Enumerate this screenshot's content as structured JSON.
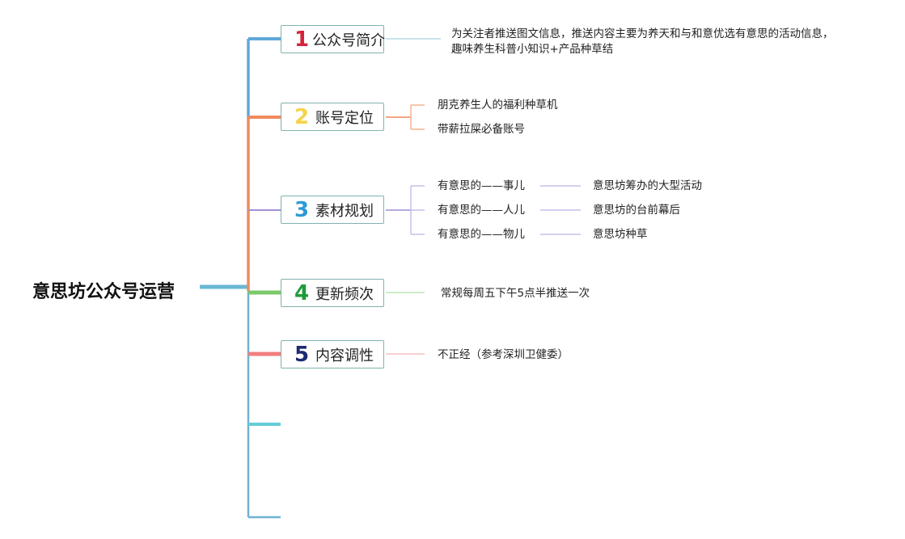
{
  "root": "意思坊公众号运营",
  "branches": [
    {
      "num": "1",
      "num_color": "#d6233c",
      "label": "公众号简介",
      "line_color": "#5fa8d8",
      "note_line1": "为关注者推送图文信息，推送内容主要为养天和与和意优选有意思的活动信息，",
      "note_line2": "趣味养生科普小知识+产品种草结"
    },
    {
      "num": "2",
      "num_color": "#f5d34a",
      "label": "账号定位",
      "line_color": "#f08a5d",
      "items": [
        "朋克养生人的福利种草机",
        "带薪拉屎必备账号"
      ]
    },
    {
      "num": "3",
      "num_color": "#2d9ad8",
      "label": "素材规划",
      "line_color": "#a08fd6",
      "items": [
        "有意思的——事儿",
        "有意思的——人儿",
        "有意思的——物儿"
      ],
      "sub_items": [
        "意思坊筹办的大型活动",
        "意思坊的台前幕后",
        "意思坊种草"
      ]
    },
    {
      "num": "4",
      "num_color": "#1f9b3a",
      "label": "更新频次",
      "line_color": "#7cc96b",
      "note": "常规每周五下午5点半推送一次"
    },
    {
      "num": "5",
      "num_color": "#1d2b72",
      "label": "内容调性",
      "line_color": "#f27e7e",
      "note": "不正经（参考深圳卫健委）"
    }
  ]
}
